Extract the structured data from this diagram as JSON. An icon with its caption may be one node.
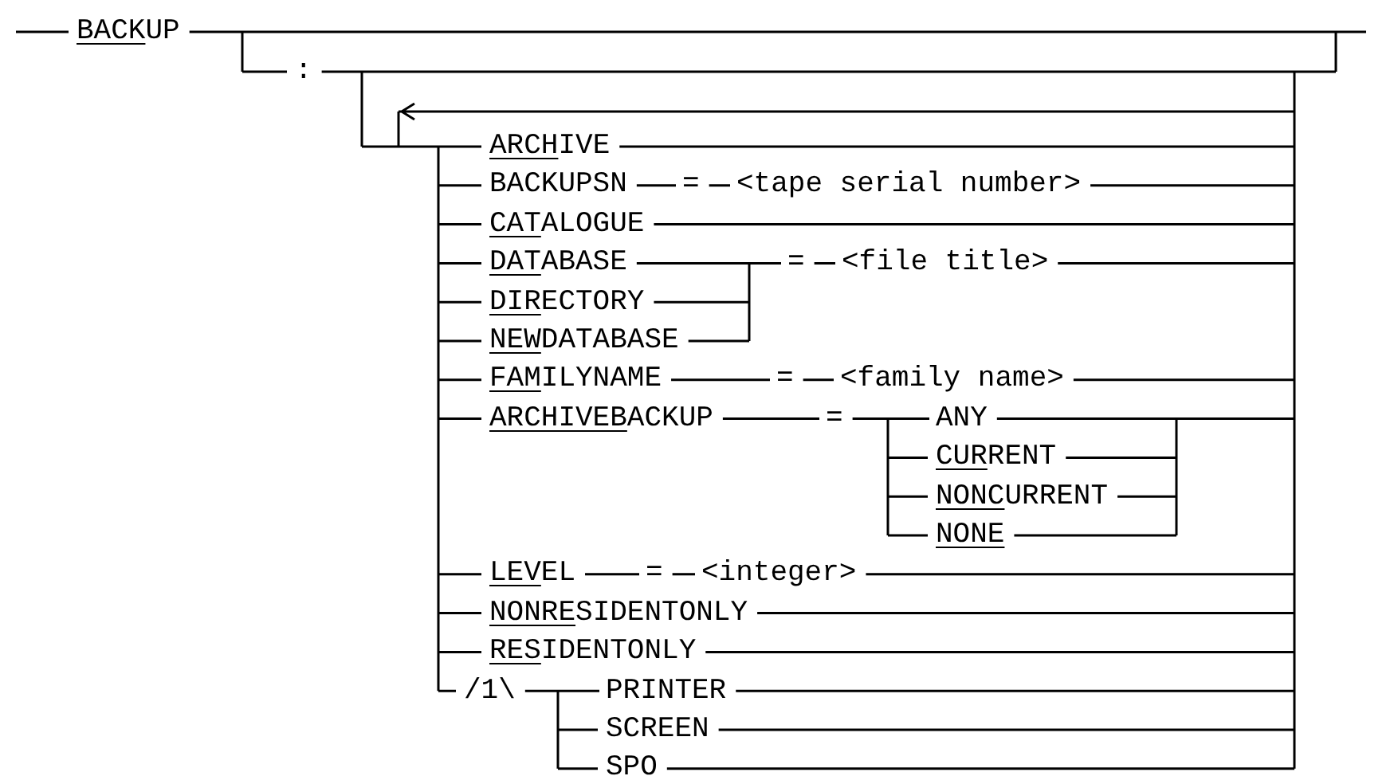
{
  "diagram": {
    "labels": [
      "BACKUP",
      ":",
      "ARCHIVE",
      "BACKUPSN",
      "=",
      "<tape serial number>",
      "CATALOGUE",
      "DATABASE",
      "=",
      "<file title>",
      "DIRECTORY",
      "NEWDATABASE",
      "FAMILYNAME",
      "=",
      "<family name>",
      "ARCHIVEBACKUP",
      "=",
      "ANY",
      "CURRENT",
      "NONCURRENT",
      "NONE",
      "LEVEL",
      "=",
      "<integer>",
      "NONRESIDENTONLY",
      "RESIDENTONLY",
      "/1\\",
      "PRINTER",
      "SCREEN",
      "SPO"
    ]
  }
}
